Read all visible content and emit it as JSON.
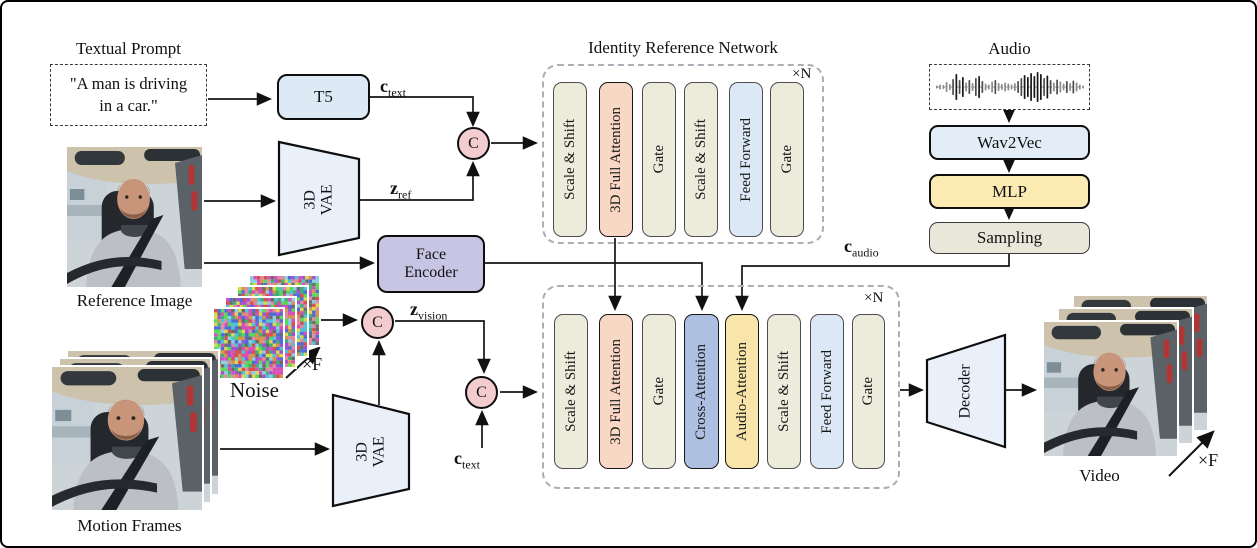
{
  "prompt": {
    "title": "Textual Prompt",
    "line1": "\"A man is driving",
    "line2": "in a car.\""
  },
  "t5": {
    "label": "T5"
  },
  "signals": {
    "c_text": {
      "sym": "c",
      "sub": "text"
    },
    "z_ref": {
      "sym": "z",
      "sub": "ref"
    },
    "z_vision": {
      "sym": "z",
      "sub": "vision"
    },
    "c_text2": {
      "sym": "c",
      "sub": "text"
    },
    "c_audio": {
      "sym": "c",
      "sub": "audio"
    }
  },
  "concat_symbol": "C",
  "reference_image": {
    "caption": "Reference Image"
  },
  "motion_frames": {
    "caption": "Motion Frames"
  },
  "noise": {
    "label": "Noise",
    "repeat": "×F"
  },
  "vae_top": {
    "line1": "3D",
    "line2": "VAE"
  },
  "vae_bottom": {
    "line1": "3D",
    "line2": "VAE"
  },
  "face_encoder": {
    "line1": "Face",
    "line2": "Encoder"
  },
  "identity_reference_network": {
    "title": "Identity Reference Network",
    "repeat": "×N",
    "blocks": [
      {
        "label": "Scale & Shift",
        "color": "beige"
      },
      {
        "label": "3D Full Attention",
        "color": "salmon"
      },
      {
        "label": "Gate",
        "color": "beige"
      },
      {
        "label": "Scale & Shift",
        "color": "beige"
      },
      {
        "label": "Feed Forward",
        "color": "lightblue"
      },
      {
        "label": "Gate",
        "color": "beige"
      }
    ]
  },
  "denoising_network": {
    "repeat": "×N",
    "blocks": [
      {
        "label": "Scale & Shift",
        "color": "beige"
      },
      {
        "label": "3D Full Attention",
        "color": "salmon"
      },
      {
        "label": "Gate",
        "color": "beige"
      },
      {
        "label": "Cross-Attention",
        "color": "blue"
      },
      {
        "label": "Audio-Attention",
        "color": "yellow"
      },
      {
        "label": "Scale & Shift",
        "color": "beige"
      },
      {
        "label": "Feed Forward",
        "color": "lightblue"
      },
      {
        "label": "Gate",
        "color": "beige"
      }
    ]
  },
  "audio": {
    "title": "Audio",
    "wav2vec": "Wav2Vec",
    "mlp": "MLP",
    "sampling": "Sampling",
    "waveform_bars": [
      3,
      5,
      4,
      10,
      6,
      16,
      26,
      14,
      20,
      9,
      14,
      8,
      18,
      22,
      12,
      7,
      5,
      11,
      14,
      8,
      6,
      9,
      7,
      5,
      8,
      12,
      18,
      24,
      20,
      28,
      22,
      30,
      26,
      18,
      23,
      14,
      9,
      15,
      11,
      7,
      12,
      8,
      13,
      9,
      5,
      3
    ]
  },
  "decoder": {
    "label": "Decoder"
  },
  "video": {
    "caption": "Video",
    "repeat": "×F"
  },
  "colors": {
    "beige": "#edebdc",
    "salmon": "#f8d8c4",
    "blue": "#adc0e2",
    "yellow": "#f9e5aa",
    "lightblue": "#dce8f5",
    "face_encoder": "#c7c5e3",
    "t5": "#ddeaf6",
    "wav2vec": "#e3edf8",
    "mlp": "#fceab3",
    "sampling": "#e9e7d9",
    "concat": "#f2cccf",
    "trapezoid": "#e9f0f9"
  }
}
